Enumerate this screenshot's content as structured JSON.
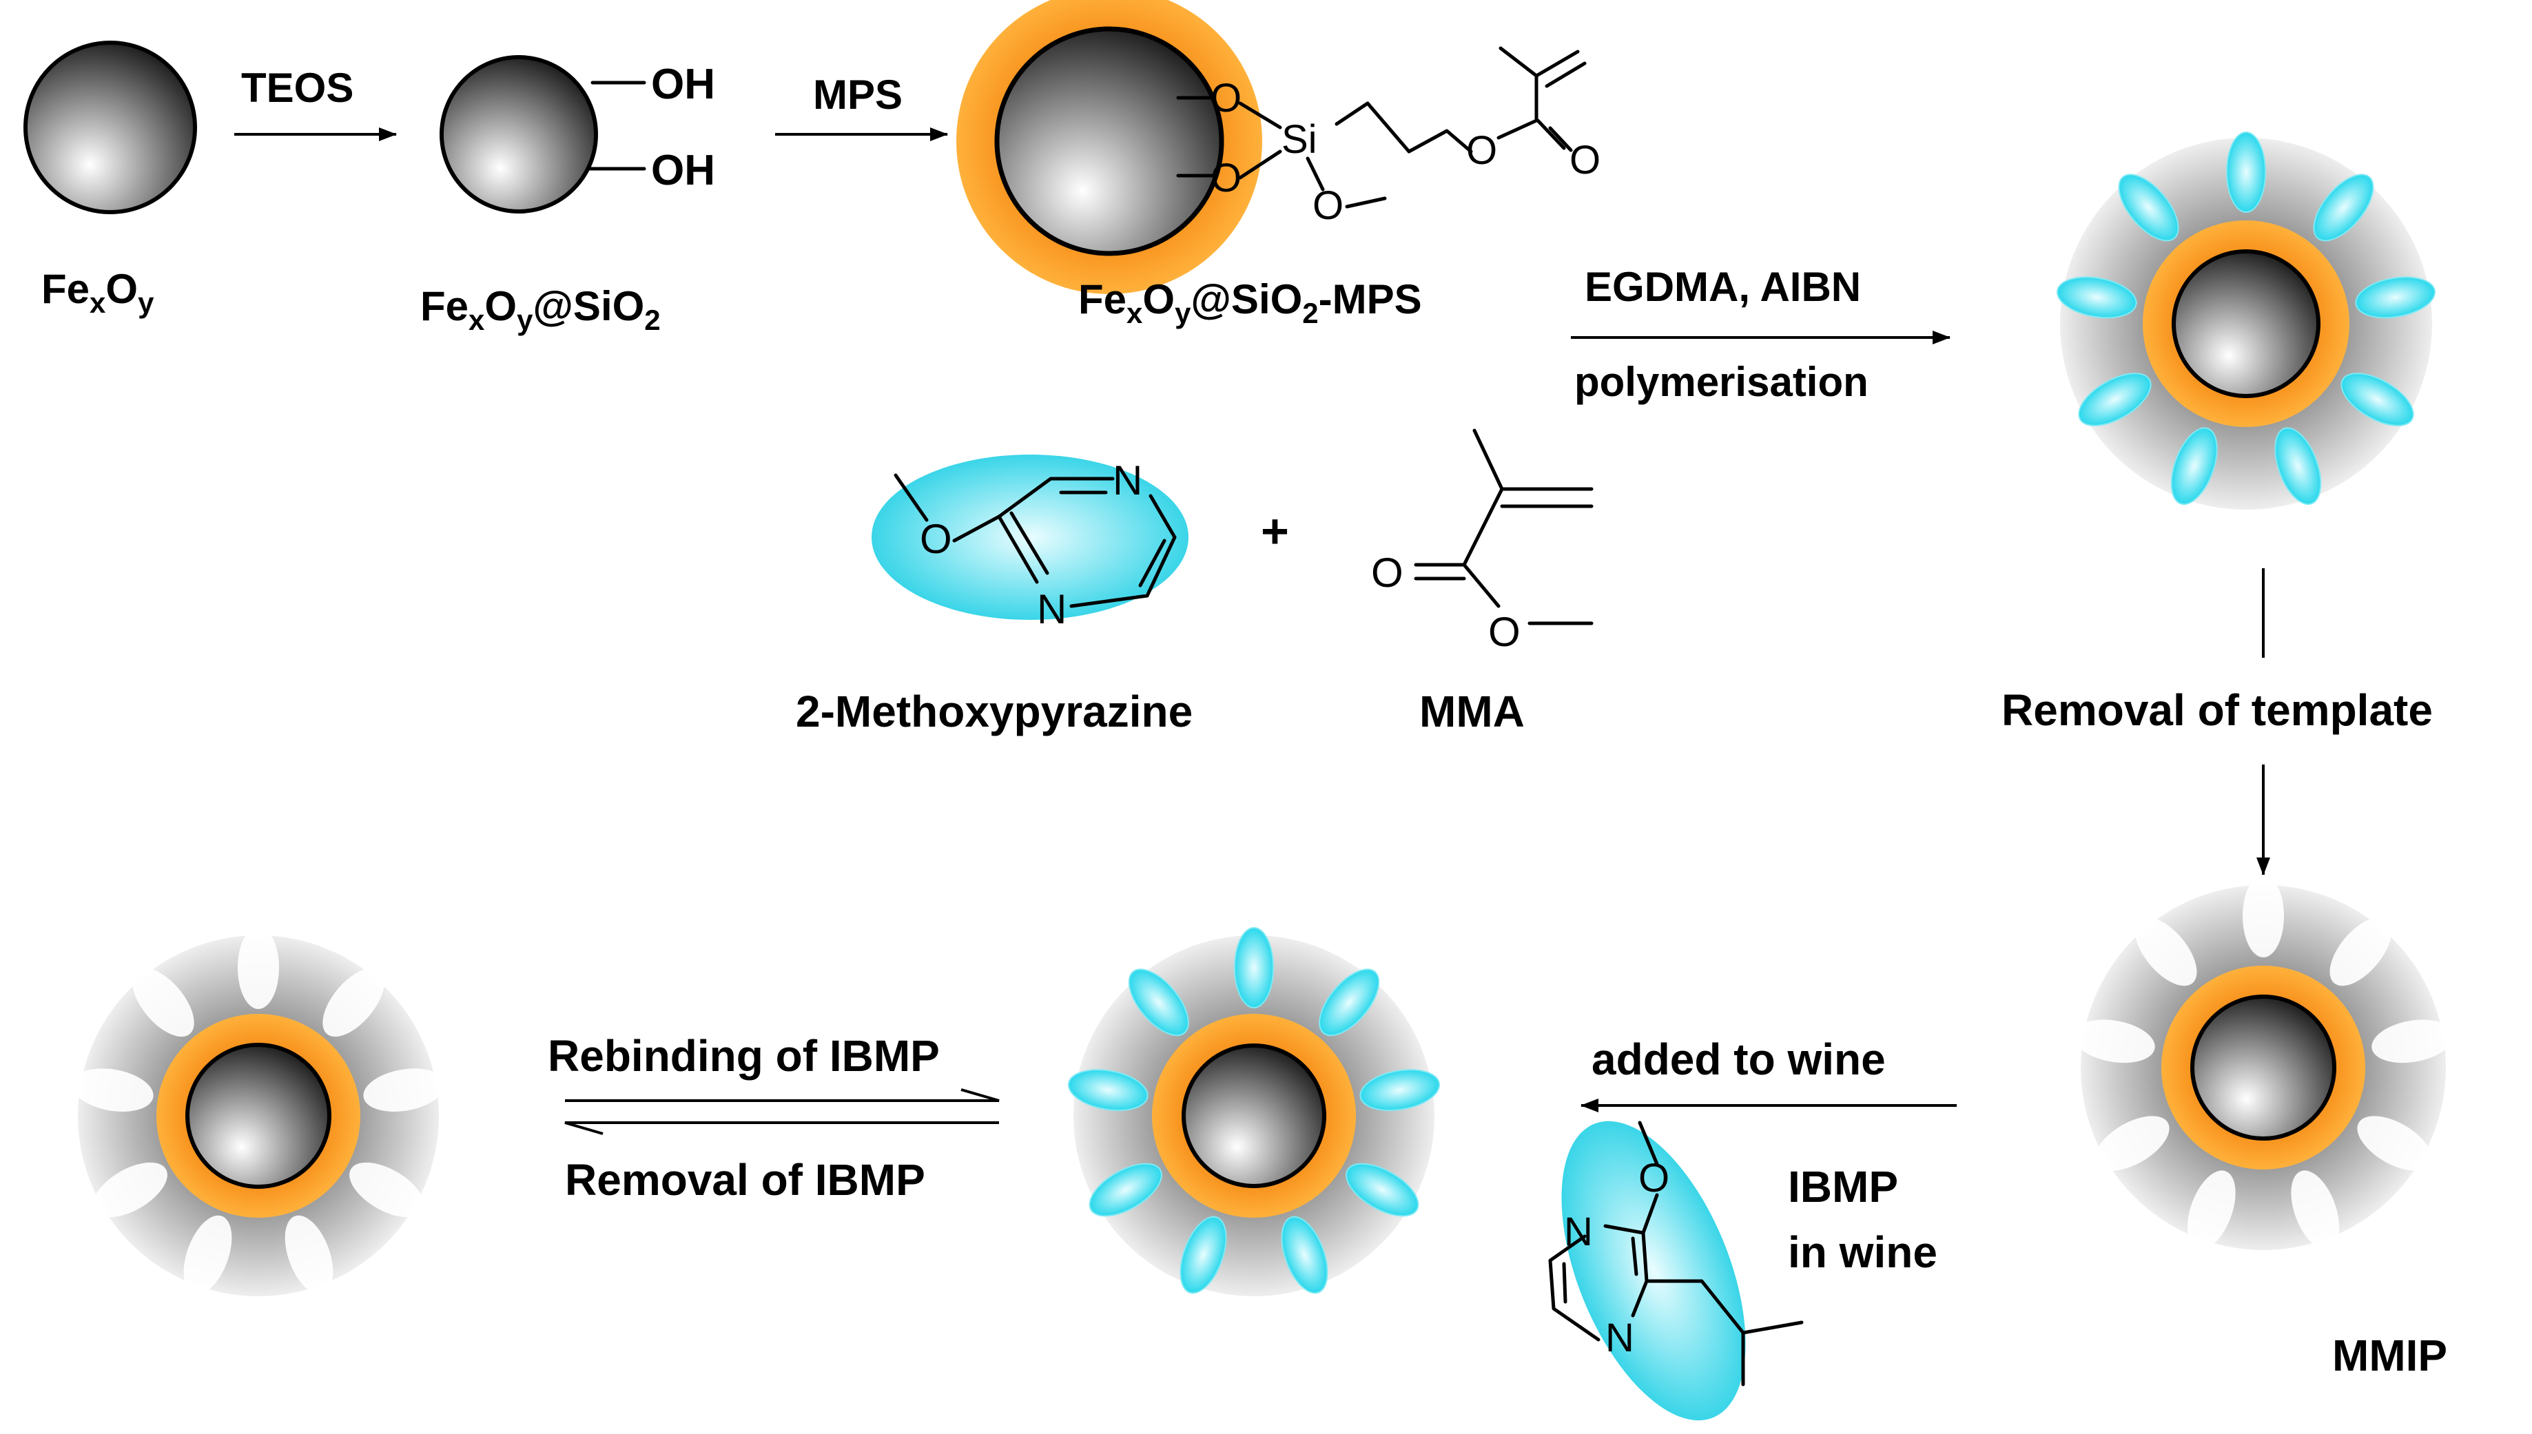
{
  "steps": {
    "teos": "TEOS",
    "mps": "MPS",
    "egdma_aibn": "EGDMA, AIBN",
    "polymerisation": "polymerisation",
    "removal_template": "Removal of template",
    "added_to_wine": "added to wine",
    "rebinding": "Rebinding of IBMP",
    "removal_ibmp": "Removal of IBMP",
    "plus": "+"
  },
  "species": {
    "fexoy": {
      "base1": "Fe",
      "sub1": "x",
      "base2": "O",
      "sub2": "y"
    },
    "fexoy_sio2": {
      "base1": "Fe",
      "sub1": "x",
      "base2": "O",
      "sub2": "y",
      "base3": "@SiO",
      "sub3": "2"
    },
    "fexoy_sio2_mps": {
      "base1": "Fe",
      "sub1": "x",
      "base2": "O",
      "sub2": "y",
      "base3": "@SiO",
      "sub3": "2",
      "base4": "-MPS"
    },
    "methoxypyrazine": "2-Methoxypyrazine",
    "mma": "MMA",
    "mmip": "MMIP",
    "ibmp_line1": "IBMP",
    "ibmp_line2": "in wine"
  },
  "atoms": {
    "oh": "OH",
    "o": "O",
    "si": "Si",
    "n": "N"
  },
  "colors": {
    "core_dark": "#2b2b2b",
    "core_light": "#ffffff",
    "silica_shell": "#f7931e",
    "polymer": "#c8c8c8",
    "template": "#29d9ec",
    "cavity": "#ffffff"
  }
}
